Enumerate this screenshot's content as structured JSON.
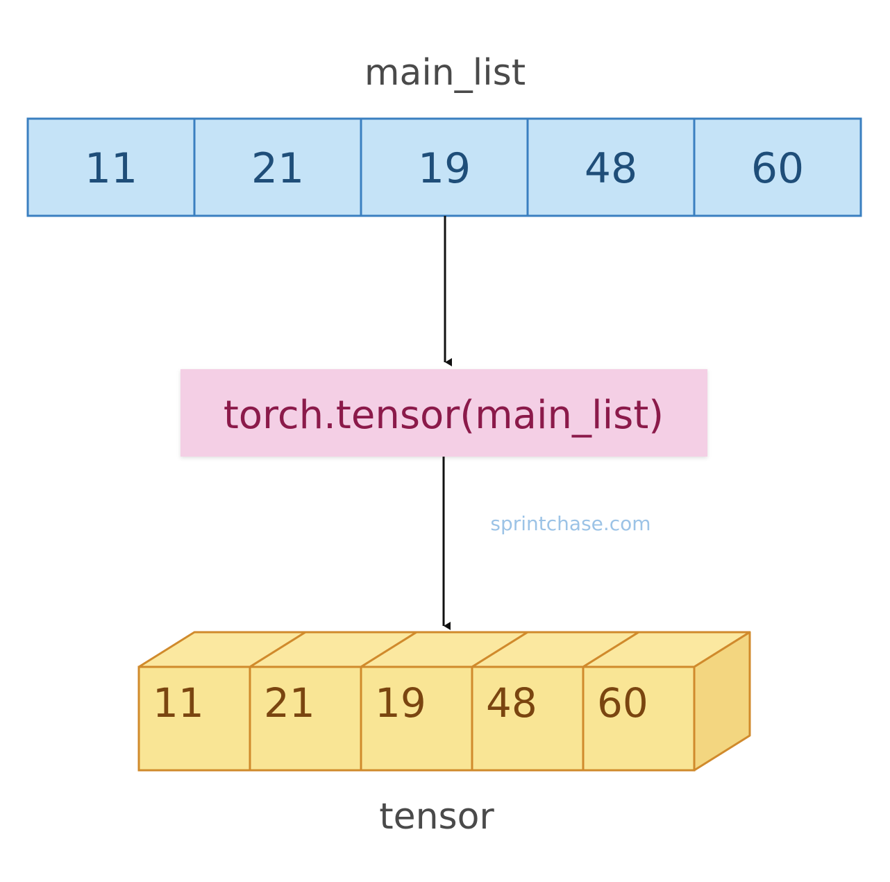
{
  "main_list": {
    "label": "main_list",
    "values": [
      "11",
      "21",
      "19",
      "48",
      "60"
    ]
  },
  "operation": {
    "label": "torch.tensor(main_list)"
  },
  "watermark": "sprintchase.com",
  "tensor": {
    "label": "tensor",
    "values": [
      "11",
      "21",
      "19",
      "48",
      "60"
    ]
  },
  "colors": {
    "list_fill": "#c5e3f7",
    "list_stroke": "#3a7fc0",
    "op_fill": "#f4cfe5",
    "tensor_front": "#f9e595",
    "tensor_top": "#fbe8a0",
    "tensor_side": "#f3d680",
    "tensor_stroke": "#d08a2c"
  }
}
